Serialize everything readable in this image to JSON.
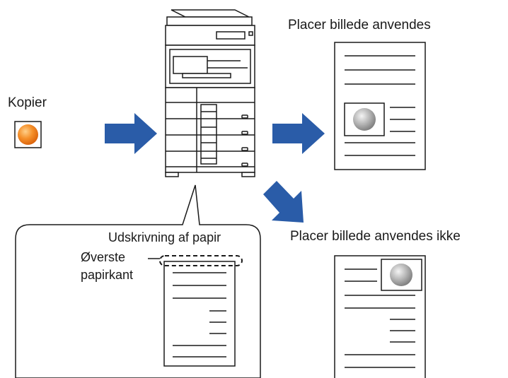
{
  "labels": {
    "original": "Kopier",
    "applied": "Placer billede anvendes",
    "not_applied": "Placer billede anvendes ikke",
    "callout_title": "Udskrivning af papir",
    "edge_line1": "Øverste",
    "edge_line2": "papirkant"
  },
  "colors": {
    "arrow": "#2a5ca8",
    "orange": "#f07f1b",
    "gray_ball": "#a8a8a8",
    "ink": "#1a1a1a"
  },
  "icons": {
    "machine": "mfp-printer-icon",
    "original": "orange-circle-original-icon",
    "image": "gray-ball-image-icon"
  }
}
